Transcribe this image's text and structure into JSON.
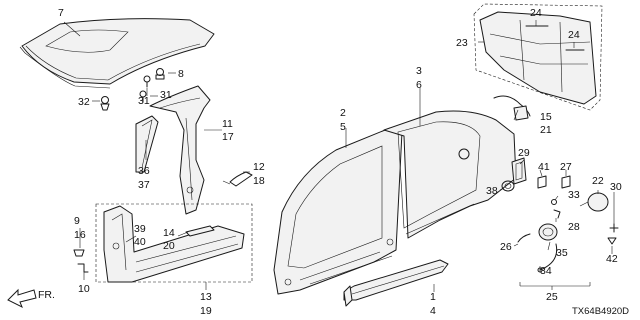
{
  "diagram": {
    "labels": [
      {
        "id": "l7",
        "text": "7"
      },
      {
        "id": "l8",
        "text": "8"
      },
      {
        "id": "l31a",
        "text": "31"
      },
      {
        "id": "l31b",
        "text": "31"
      },
      {
        "id": "l32",
        "text": "32"
      },
      {
        "id": "l11",
        "text": "11"
      },
      {
        "id": "l17",
        "text": "17"
      },
      {
        "id": "l36",
        "text": "36"
      },
      {
        "id": "l37",
        "text": "37"
      },
      {
        "id": "l12",
        "text": "12"
      },
      {
        "id": "l18",
        "text": "18"
      },
      {
        "id": "l9",
        "text": "9"
      },
      {
        "id": "l16",
        "text": "16"
      },
      {
        "id": "l10",
        "text": "10"
      },
      {
        "id": "l39",
        "text": "39"
      },
      {
        "id": "l40",
        "text": "40"
      },
      {
        "id": "l14",
        "text": "14"
      },
      {
        "id": "l20",
        "text": "20"
      },
      {
        "id": "l13",
        "text": "13"
      },
      {
        "id": "l19",
        "text": "19"
      },
      {
        "id": "l2",
        "text": "2"
      },
      {
        "id": "l5",
        "text": "5"
      },
      {
        "id": "l3",
        "text": "3"
      },
      {
        "id": "l6",
        "text": "6"
      },
      {
        "id": "l1",
        "text": "1"
      },
      {
        "id": "l4",
        "text": "4"
      },
      {
        "id": "l23",
        "text": "23"
      },
      {
        "id": "l24a",
        "text": "24"
      },
      {
        "id": "l24b",
        "text": "24"
      },
      {
        "id": "l15",
        "text": "15"
      },
      {
        "id": "l21",
        "text": "21"
      },
      {
        "id": "l29",
        "text": "29"
      },
      {
        "id": "l41",
        "text": "41"
      },
      {
        "id": "l27",
        "text": "27"
      },
      {
        "id": "l38",
        "text": "38"
      },
      {
        "id": "l22",
        "text": "22"
      },
      {
        "id": "l30",
        "text": "30"
      },
      {
        "id": "l33",
        "text": "33"
      },
      {
        "id": "l28",
        "text": "28"
      },
      {
        "id": "l26",
        "text": "26"
      },
      {
        "id": "l35",
        "text": "35"
      },
      {
        "id": "l34",
        "text": "34"
      },
      {
        "id": "l25",
        "text": "25"
      },
      {
        "id": "l42",
        "text": "42"
      }
    ],
    "direction_label": "FR.",
    "diagram_code": "TX64B4920D"
  }
}
